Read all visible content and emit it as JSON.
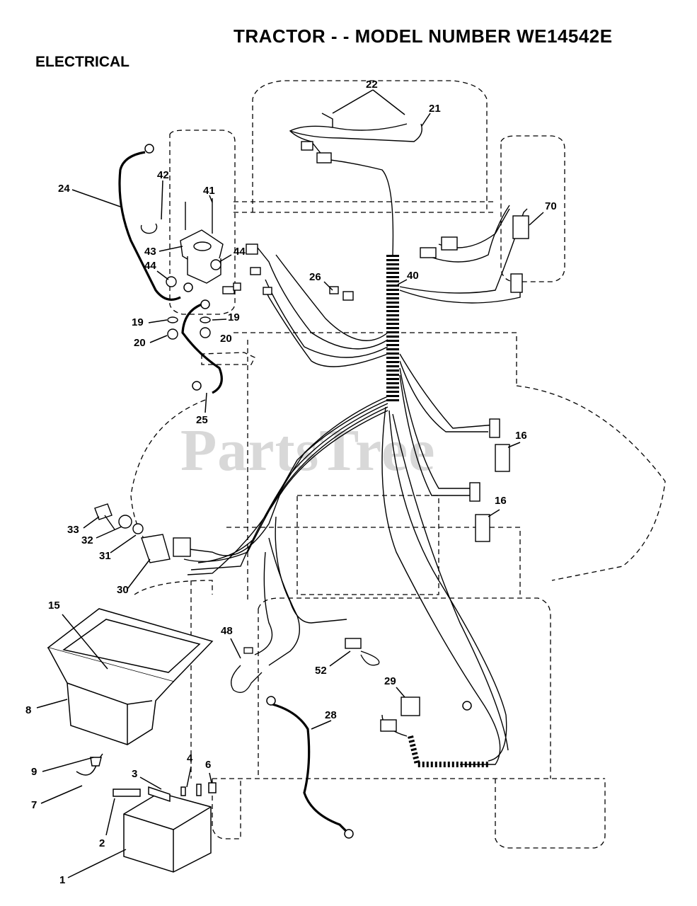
{
  "header": {
    "title": "TRACTOR - - MODEL NUMBER WE14542E",
    "section": "ELECTRICAL"
  },
  "watermark": "PartsTree",
  "callouts": [
    {
      "id": "c22",
      "label": "22"
    },
    {
      "id": "c21",
      "label": "21"
    },
    {
      "id": "c24",
      "label": "24"
    },
    {
      "id": "c42",
      "label": "42"
    },
    {
      "id": "c41",
      "label": "41"
    },
    {
      "id": "c70",
      "label": "70"
    },
    {
      "id": "c43",
      "label": "43"
    },
    {
      "id": "c44a",
      "label": "44"
    },
    {
      "id": "c44b",
      "label": "44"
    },
    {
      "id": "c26",
      "label": "26"
    },
    {
      "id": "c40",
      "label": "40"
    },
    {
      "id": "c19a",
      "label": "19"
    },
    {
      "id": "c19b",
      "label": "19"
    },
    {
      "id": "c20a",
      "label": "20"
    },
    {
      "id": "c20b",
      "label": "20"
    },
    {
      "id": "c25",
      "label": "25"
    },
    {
      "id": "c16a",
      "label": "16"
    },
    {
      "id": "c16b",
      "label": "16"
    },
    {
      "id": "c33",
      "label": "33"
    },
    {
      "id": "c32",
      "label": "32"
    },
    {
      "id": "c31",
      "label": "31"
    },
    {
      "id": "c30",
      "label": "30"
    },
    {
      "id": "c15",
      "label": "15"
    },
    {
      "id": "c48",
      "label": "48"
    },
    {
      "id": "c52",
      "label": "52"
    },
    {
      "id": "c29",
      "label": "29"
    },
    {
      "id": "c8",
      "label": "8"
    },
    {
      "id": "c28",
      "label": "28"
    },
    {
      "id": "c9",
      "label": "9"
    },
    {
      "id": "c3",
      "label": "3"
    },
    {
      "id": "c4",
      "label": "4"
    },
    {
      "id": "c6",
      "label": "6"
    },
    {
      "id": "c7",
      "label": "7"
    },
    {
      "id": "c2",
      "label": "2"
    },
    {
      "id": "c1",
      "label": "1"
    }
  ]
}
